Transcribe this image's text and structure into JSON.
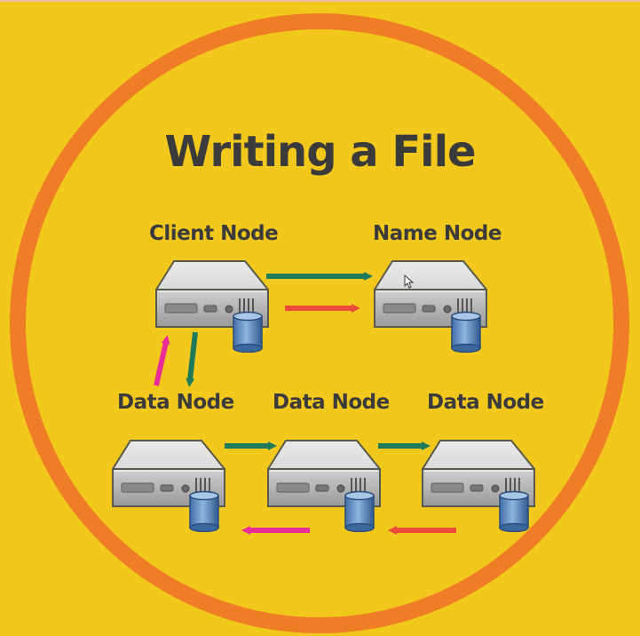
{
  "title": "Writing a File",
  "nodes": {
    "client": "Client Node",
    "name": "Name Node",
    "data1": "Data Node",
    "data2": "Data Node",
    "data3": "Data Node"
  },
  "colors": {
    "background": "#f2c81d",
    "ring": "#ef7d25",
    "arrow_green": "#1f7a5a",
    "arrow_red": "#ec4a3c",
    "arrow_pink": "#ea2c97"
  }
}
